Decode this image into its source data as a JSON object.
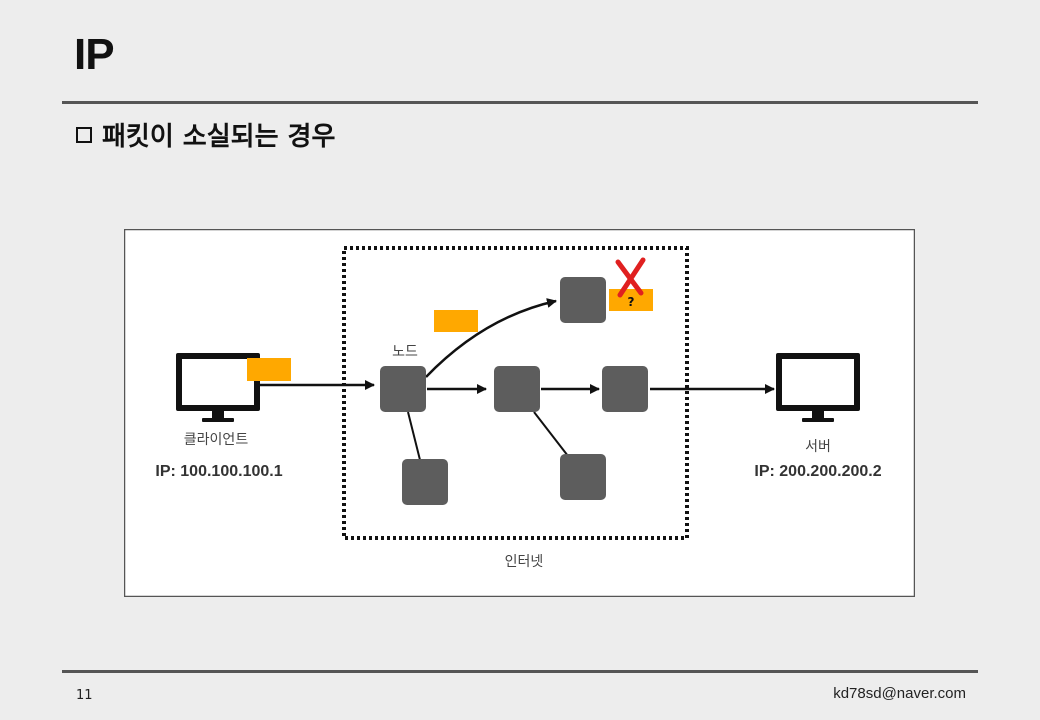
{
  "slide": {
    "title": "IP",
    "subtitle": "패킷이 소실되는 경우",
    "page_number": "11",
    "email": "kd78sd@naver.com"
  },
  "diagram": {
    "client": {
      "label": "클라이언트",
      "ip": "IP: 100.100.100.1"
    },
    "server": {
      "label": "서버",
      "ip": "IP: 200.200.200.2"
    },
    "node_label": "노드",
    "internet_label": "인터넷",
    "lost_packet_mark": "?",
    "colors": {
      "packet": "#ffa800",
      "node": "#5d5d5d",
      "lost_x": "#e02020",
      "border": "#555555"
    }
  }
}
